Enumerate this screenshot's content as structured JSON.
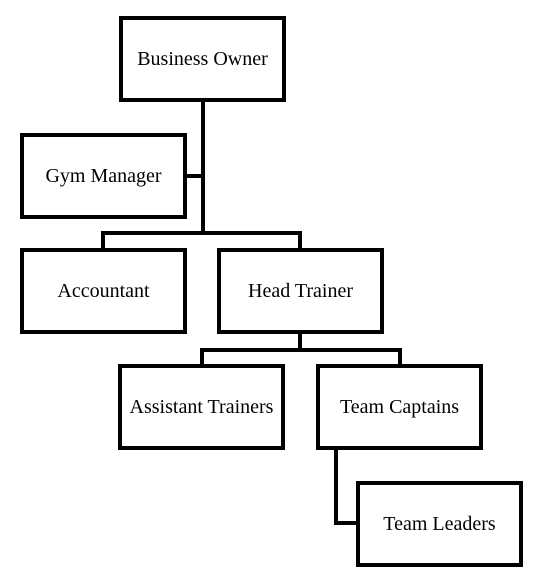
{
  "org_chart": {
    "nodes": [
      {
        "id": "business-owner",
        "label": "Business Owner"
      },
      {
        "id": "gym-manager",
        "label": "Gym Manager"
      },
      {
        "id": "accountant",
        "label": "Accountant"
      },
      {
        "id": "head-trainer",
        "label": "Head Trainer"
      },
      {
        "id": "assistant-trainers",
        "label": "Assistant Trainers"
      },
      {
        "id": "team-captains",
        "label": "Team Captains"
      },
      {
        "id": "team-leaders",
        "label": "Team Leaders"
      }
    ],
    "edges": [
      {
        "from": "business-owner",
        "to": "gym-manager"
      },
      {
        "from": "business-owner",
        "to": "accountant"
      },
      {
        "from": "business-owner",
        "to": "head-trainer"
      },
      {
        "from": "head-trainer",
        "to": "assistant-trainers"
      },
      {
        "from": "head-trainer",
        "to": "team-captains"
      },
      {
        "from": "team-captains",
        "to": "team-leaders"
      }
    ]
  }
}
